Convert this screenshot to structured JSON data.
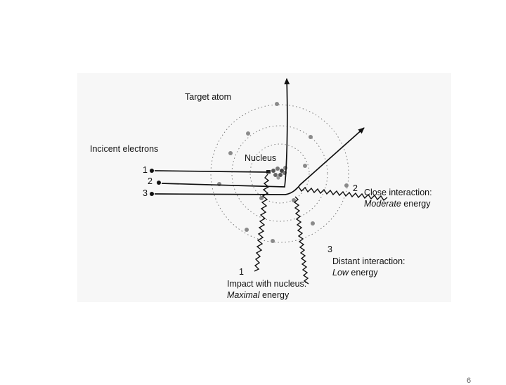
{
  "diagram": {
    "target_atom_label": "Target atom",
    "incident_electrons_label": "Incicent electrons",
    "nucleus_label": "Nucleus",
    "electron_numbers": [
      "1",
      "2",
      "3"
    ],
    "close": {
      "number": "2",
      "line1": "Close interaction:",
      "line2_italic": "Moderate",
      "line2_rest": " energy"
    },
    "distant": {
      "number": "3",
      "line1": "Distant interaction:",
      "line2_italic": "Low",
      "line2_rest": " energy"
    },
    "impact": {
      "number": "1",
      "line1": "Impact with nucleus:",
      "line2_italic": "Maximal",
      "line2_rest": " energy"
    }
  },
  "page": {
    "number": "6"
  }
}
